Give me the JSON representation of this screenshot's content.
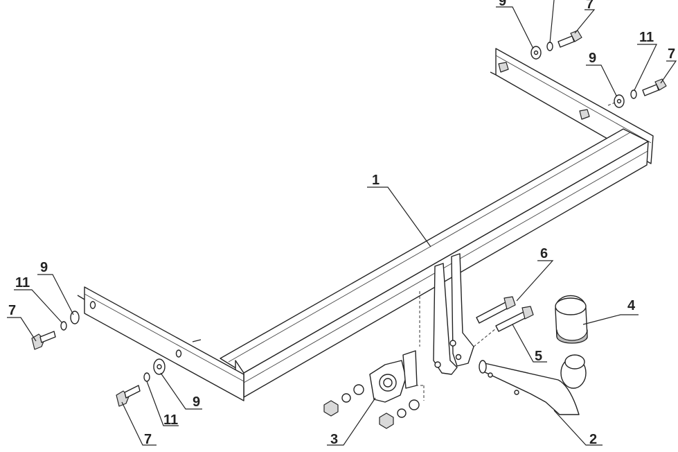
{
  "callouts": [
    {
      "id": "c1",
      "label": "1",
      "part": "crossbar"
    },
    {
      "id": "c2",
      "label": "2",
      "part": "towbar-neck"
    },
    {
      "id": "c3",
      "label": "3",
      "part": "electrical-socket-plate"
    },
    {
      "id": "c4",
      "label": "4",
      "part": "towball-cover"
    },
    {
      "id": "c5",
      "label": "5",
      "part": "bolt"
    },
    {
      "id": "c6",
      "label": "6",
      "part": "bolt"
    },
    {
      "id": "c7a",
      "label": "7",
      "part": "bolt"
    },
    {
      "id": "c7b",
      "label": "7",
      "part": "bolt"
    },
    {
      "id": "c7c",
      "label": "7",
      "part": "bolt"
    },
    {
      "id": "c7d",
      "label": "7",
      "part": "bolt"
    },
    {
      "id": "c9a",
      "label": "9",
      "part": "washer"
    },
    {
      "id": "c9b",
      "label": "9",
      "part": "washer"
    },
    {
      "id": "c9c",
      "label": "9",
      "part": "washer"
    },
    {
      "id": "c9d",
      "label": "9",
      "part": "washer"
    },
    {
      "id": "c11a",
      "label": "11",
      "part": "spring-washer"
    },
    {
      "id": "c11b",
      "label": "11",
      "part": "spring-washer"
    },
    {
      "id": "c11c",
      "label": "11",
      "part": "spring-washer"
    }
  ]
}
